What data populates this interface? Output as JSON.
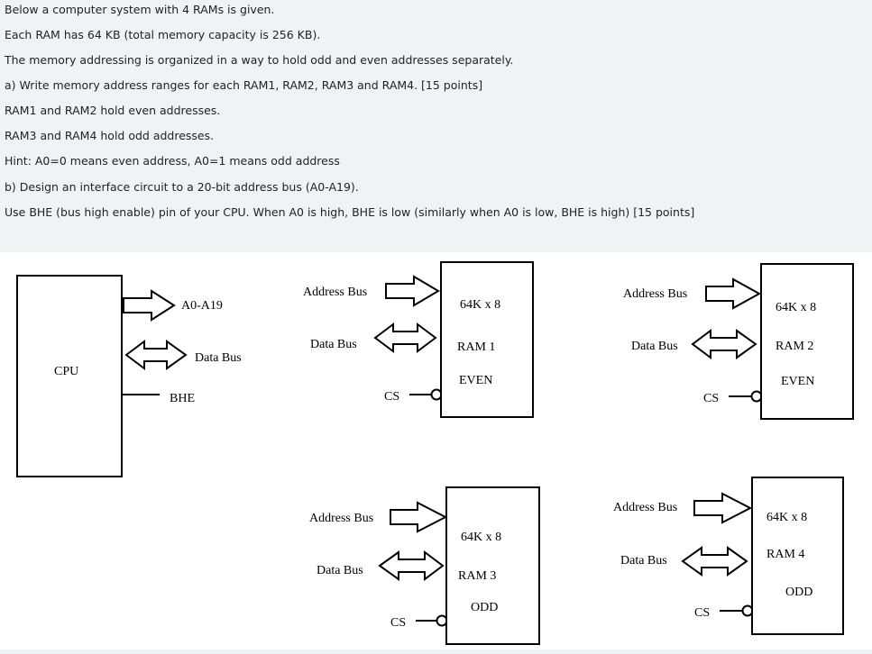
{
  "question": {
    "lines": [
      "Below a computer system with 4 RAMs is given.",
      "Each RAM has 64 KB (total memory capacity is 256 KB).",
      "The memory addressing is organized in a way to hold odd and even addresses separately.",
      "a) Write memory address ranges for each RAM1, RAM2, RAM3 and RAM4.  [15 points]",
      "RAM1 and RAM2 hold even addresses.",
      "RAM3 and RAM4 hold odd addresses.",
      "Hint: A0=0 means even address, A0=1 means odd address",
      "b) Design an interface circuit to a 20-bit address bus (A0-A19).",
      "Use BHE (bus high enable) pin of your CPU. When A0 is high, BHE is low (similarly when A0 is low, BHE is high) [15 points]"
    ]
  },
  "diagram": {
    "cpu": {
      "label": "CPU",
      "address_label": "A0-A19",
      "data_label": "Data Bus",
      "bhe_label": "BHE"
    },
    "rams": [
      {
        "size": "64K x 8",
        "name": "RAM 1",
        "parity": "EVEN",
        "address_bus": "Address Bus",
        "data_bus": "Data Bus",
        "cs": "CS"
      },
      {
        "size": "64K x 8",
        "name": "RAM 2",
        "parity": "EVEN",
        "address_bus": "Address Bus",
        "data_bus": "Data Bus",
        "cs": "CS"
      },
      {
        "size": "64K x 8",
        "name": "RAM 3",
        "parity": "ODD",
        "address_bus": "Address Bus",
        "data_bus": "Data Bus",
        "cs": "CS"
      },
      {
        "size": "64K x 8",
        "name": "RAM 4",
        "parity": "ODD",
        "address_bus": "Address Bus",
        "data_bus": "Data Bus",
        "cs": "CS"
      }
    ]
  }
}
